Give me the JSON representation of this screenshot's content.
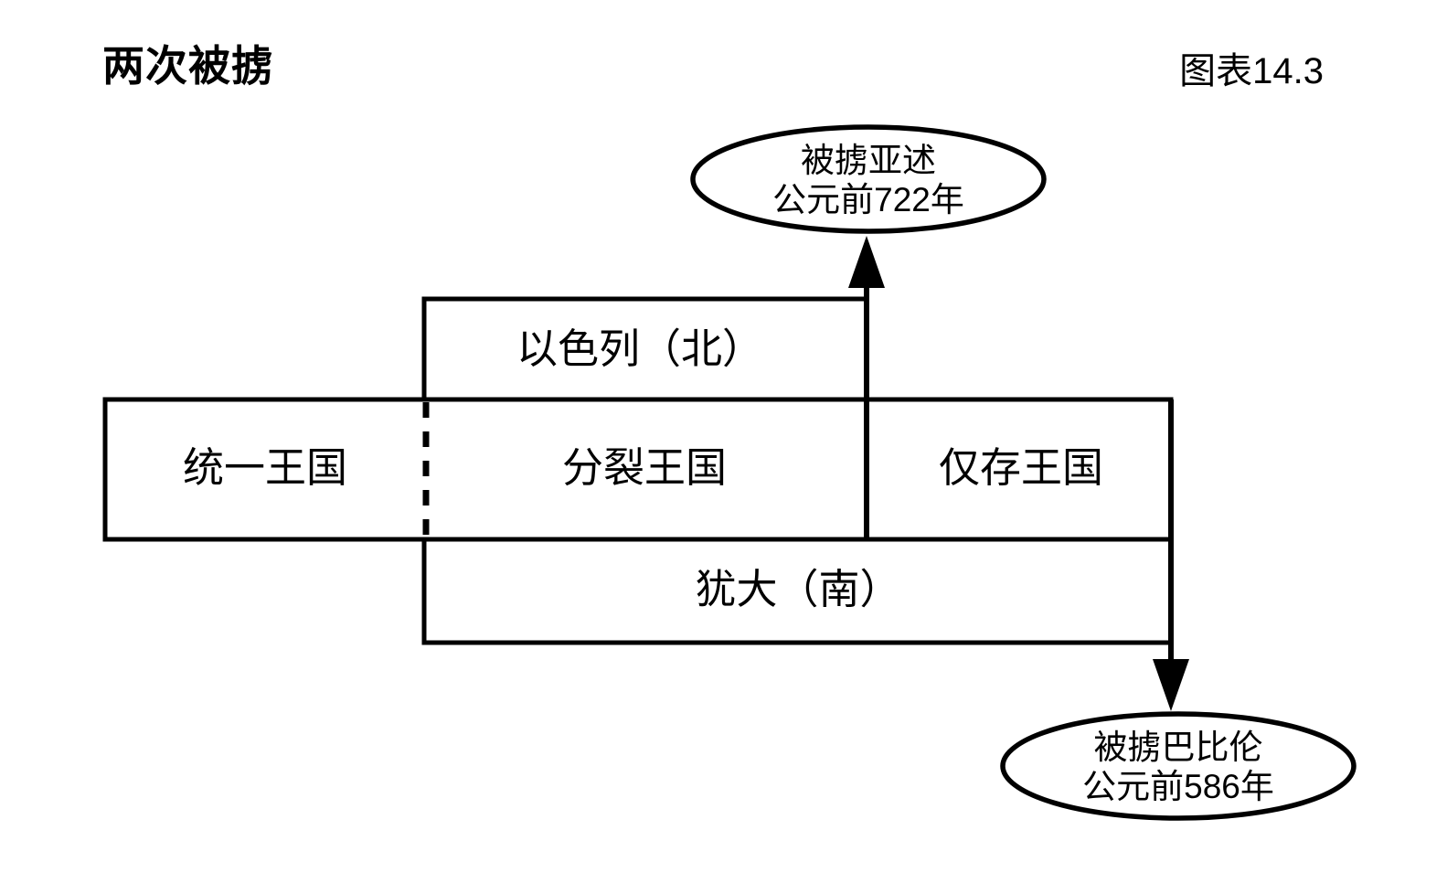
{
  "header": {
    "title": "两次被掳",
    "figure_number": "图表14.3"
  },
  "diagram": {
    "boxes": {
      "israel_north": "以色列（北）",
      "united_kingdom": "统一王国",
      "divided_kingdom": "分裂王国",
      "surviving_kingdom": "仅存王国",
      "judah_south": "犹大（南）"
    },
    "callouts": {
      "assyrian": {
        "line1": "被掳亚述",
        "line2": "公元前722年"
      },
      "babylonian": {
        "line1": "被掳巴比伦",
        "line2": "公元前586年"
      }
    }
  },
  "colors": {
    "background": "#ffffff",
    "stroke": "#000000",
    "text": "#000000"
  }
}
